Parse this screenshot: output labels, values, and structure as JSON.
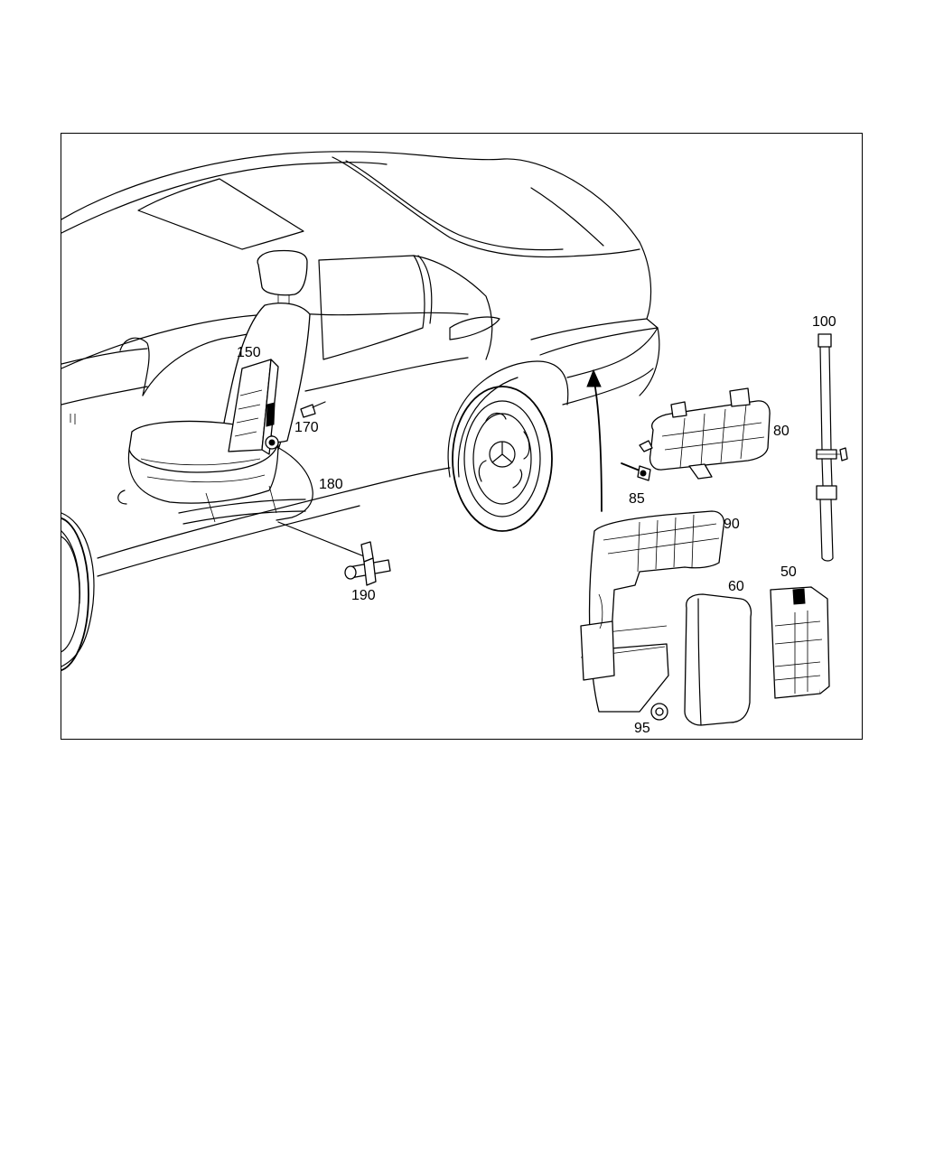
{
  "callouts": [
    {
      "id": "50",
      "text": "50"
    },
    {
      "id": "60",
      "text": "60"
    },
    {
      "id": "80",
      "text": "80"
    },
    {
      "id": "85",
      "text": "85"
    },
    {
      "id": "90",
      "text": "90"
    },
    {
      "id": "95",
      "text": "95"
    },
    {
      "id": "100",
      "text": "100"
    },
    {
      "id": "150",
      "text": "150"
    },
    {
      "id": "170",
      "text": "170"
    },
    {
      "id": "180",
      "text": "180"
    },
    {
      "id": "190",
      "text": "190"
    }
  ]
}
